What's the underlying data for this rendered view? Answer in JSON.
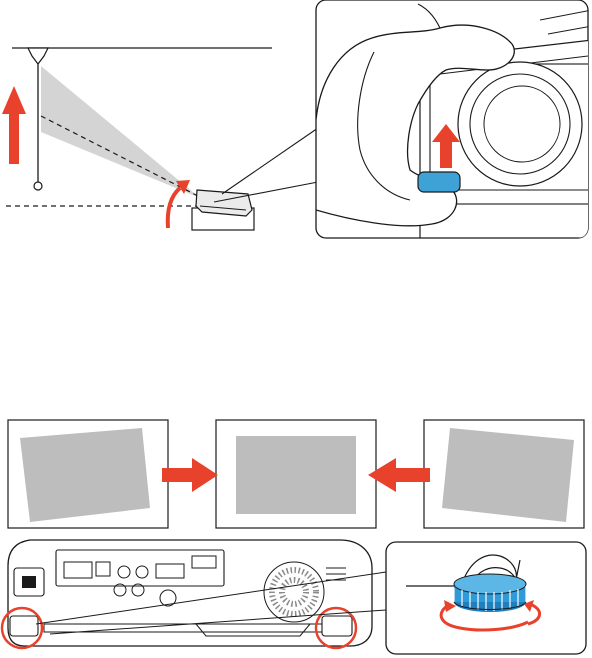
{
  "figure": {
    "background": "#ffffff",
    "panels": [
      {
        "id": "projector-height-diagram",
        "icon": "ceiling-projection-adjust-diagram"
      },
      {
        "id": "foot-release-lever-inset",
        "icon": "hand-pressing-release-lever"
      },
      {
        "id": "image-keystone-correction",
        "icon": "image-level-correction-panels"
      },
      {
        "id": "rear-foot-adjustment",
        "icon": "rear-foot-rotate-diagram"
      }
    ],
    "colors": {
      "arrow": "#e8412c",
      "lever": "#3fa2d6",
      "foot_dial": "#2f9ad8",
      "line": "#1a1a1a",
      "projection_beam": "#d4d4d4",
      "image_fill": "#bdbdbd",
      "highlight_circle": "#e8412c"
    }
  }
}
